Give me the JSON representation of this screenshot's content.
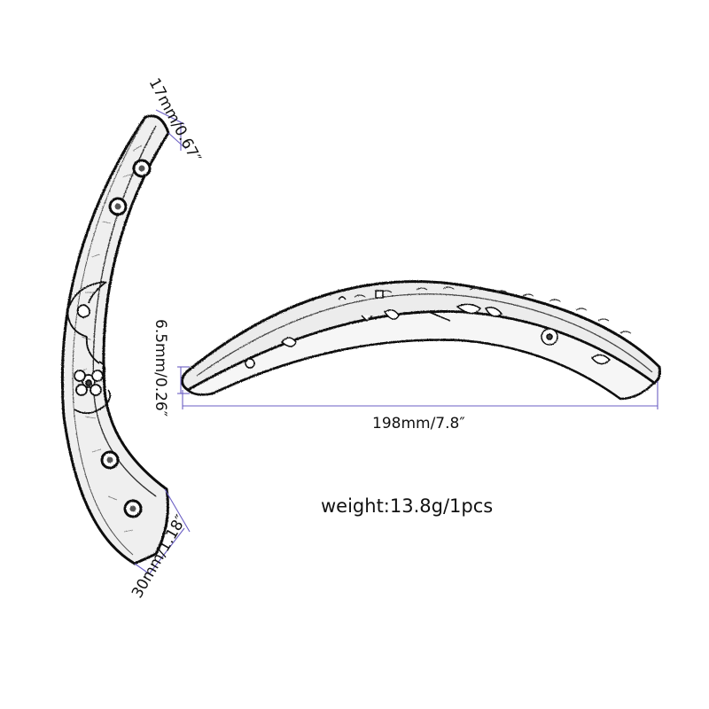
{
  "labels": {
    "width_top": "17mm/0.67″",
    "width_bottom": "30mm/1.18″",
    "thickness": "6.5mm/0.26″",
    "length": "198mm/7.8″",
    "weight": "weight:13.8g/1pcs"
  },
  "colors": {
    "dimension_line": "#6b5fc4",
    "sketch": "#111111",
    "background": "#ffffff"
  }
}
